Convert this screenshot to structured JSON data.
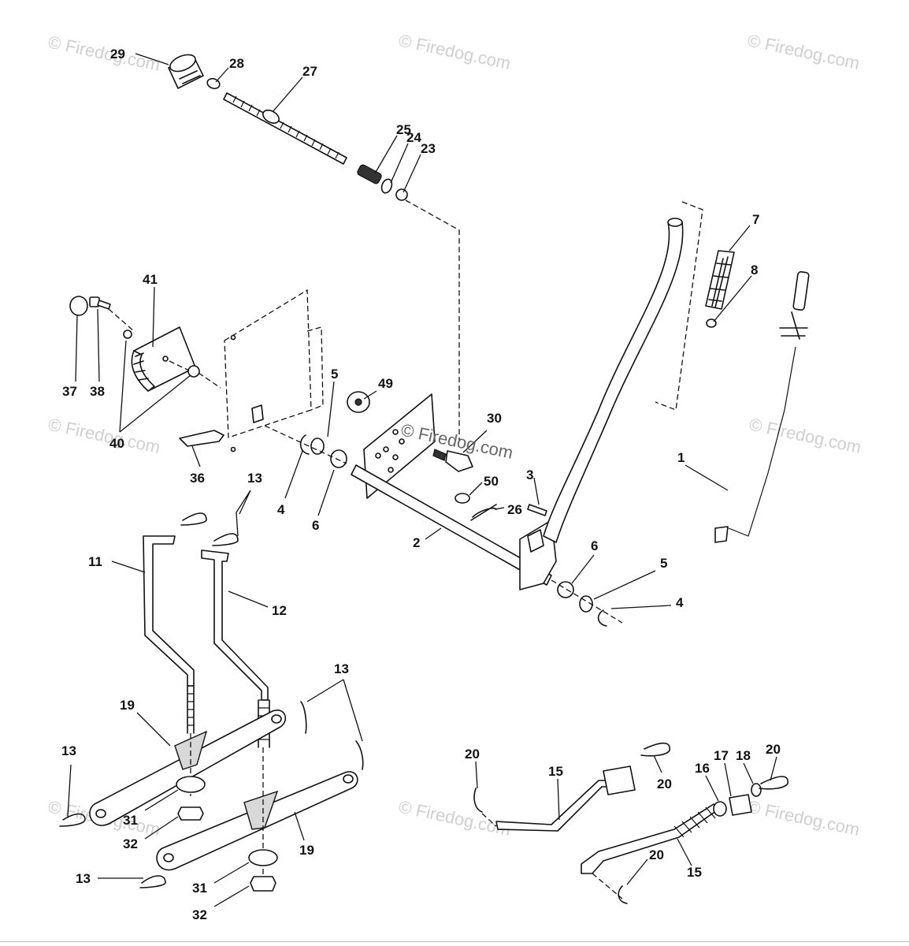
{
  "watermark": {
    "text": "© Firedog.com",
    "center_text": "© Firedog.com"
  },
  "callouts": [
    "29",
    "28",
    "27",
    "25",
    "24",
    "23",
    "41",
    "37",
    "38",
    "40",
    "36",
    "5",
    "4",
    "6",
    "49",
    "30",
    "50",
    "3",
    "26",
    "2",
    "7",
    "8",
    "1",
    "13",
    "11",
    "12",
    "6",
    "5",
    "4",
    "13",
    "19",
    "13",
    "31",
    "32",
    "19",
    "13",
    "31",
    "32",
    "20",
    "15",
    "20",
    "16",
    "17",
    "18",
    "20",
    "20",
    "15"
  ]
}
